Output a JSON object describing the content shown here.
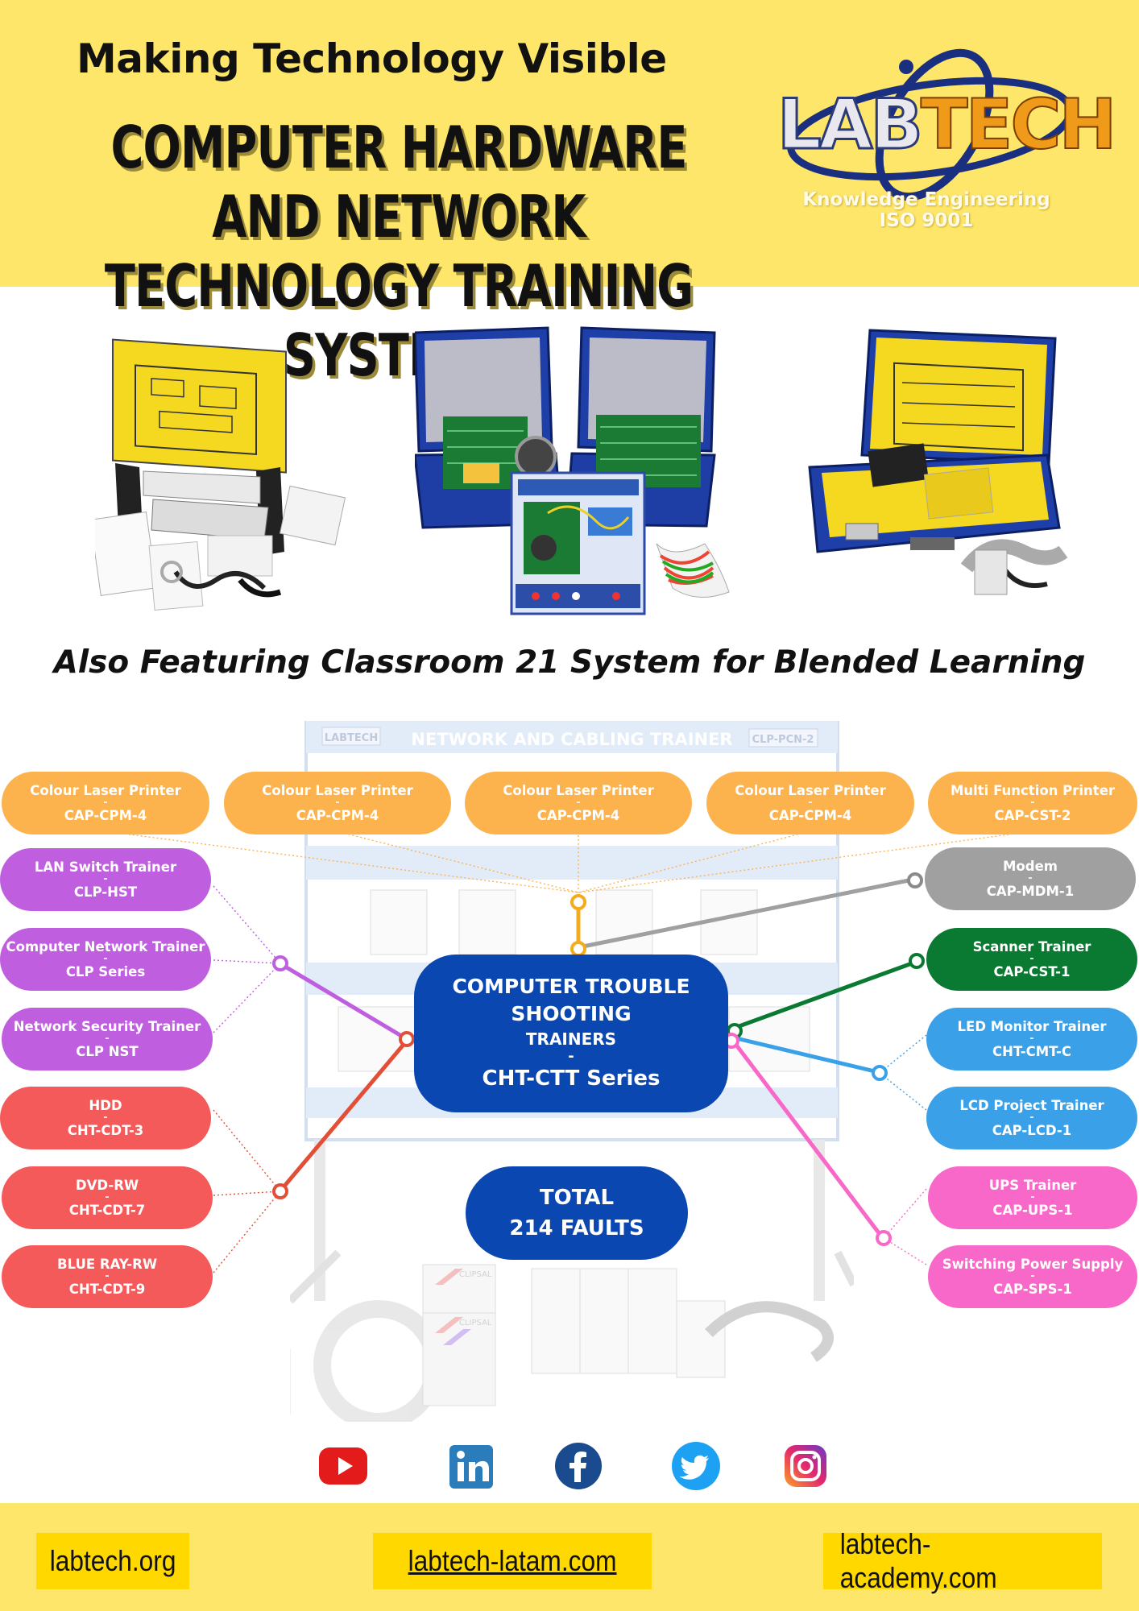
{
  "header": {
    "tagline": "Making Technology Visible",
    "title_line1": "COMPUTER HARDWARE AND NETWORK",
    "title_line2": "TECHNOLOGY TRAINING SYSTEMS",
    "logo": {
      "word_a": "LAB",
      "word_b": "TECH",
      "line1": "Knowledge Engineering",
      "line2": "ISO 9001"
    }
  },
  "subheading": "Also Featuring Classroom 21 System for Blended Learning",
  "background_panel": {
    "title": "NETWORK AND CABLING TRAINER",
    "brand": "LABTECH",
    "code": "CLP-PCN-2",
    "bag_label": "CLIPSAL"
  },
  "center": {
    "line1": "COMPUTER TROUBLE",
    "line2": "SHOOTING",
    "line3": "TRAINERS",
    "dash": "-",
    "line4": "CHT-CTT Series"
  },
  "total": {
    "line1": "TOTAL",
    "line2": "214  FAULTS"
  },
  "top_row": [
    {
      "name": "Colour Laser Printer",
      "code": "CAP-CPM-4"
    },
    {
      "name": "Colour Laser Printer",
      "code": "CAP-CPM-4"
    },
    {
      "name": "Colour Laser Printer",
      "code": "CAP-CPM-4"
    },
    {
      "name": "Colour Laser Printer",
      "code": "CAP-CPM-4"
    },
    {
      "name": "Multi Function Printer",
      "code": "CAP-CST-2"
    }
  ],
  "left_column": [
    {
      "name": "LAN Switch Trainer",
      "code": "CLP-HST"
    },
    {
      "name": "Computer Network Trainer",
      "code": "CLP Series"
    },
    {
      "name": "Network Security Trainer",
      "code": "CLP NST"
    },
    {
      "name": "HDD",
      "code": "CHT-CDT-3"
    },
    {
      "name": "DVD-RW",
      "code": "CHT-CDT-7"
    },
    {
      "name": "BLUE RAY-RW",
      "code": "CHT-CDT-9"
    }
  ],
  "right_column": [
    {
      "name": "Modem",
      "code": "CAP-MDM-1"
    },
    {
      "name": "Scanner Trainer",
      "code": "CAP-CST-1"
    },
    {
      "name": "LED Monitor Trainer",
      "code": "CHT-CMT-C"
    },
    {
      "name": "LCD Project Trainer",
      "code": "CAP-LCD-1"
    },
    {
      "name": "UPS Trainer",
      "code": "CAP-UPS-1"
    },
    {
      "name": "Switching Power Supply",
      "code": "CAP-SPS-1"
    }
  ],
  "pill_dash": "-",
  "colors": {
    "header_bg": "#fde669",
    "orange": "#fdb34d",
    "purple": "#bf5fe0",
    "red": "#f45a5a",
    "gray": "#a0a0a0",
    "green": "#0a7a32",
    "blue": "#3aa1e8",
    "pink": "#f768c9",
    "center": "#0a47b0"
  },
  "social": [
    "youtube-icon",
    "linkedin-icon",
    "facebook-icon",
    "twitter-icon",
    "instagram-icon"
  ],
  "footer": {
    "site1": "labtech.org",
    "site2": "labtech-latam.com",
    "site3": "labtech-academy.com"
  }
}
